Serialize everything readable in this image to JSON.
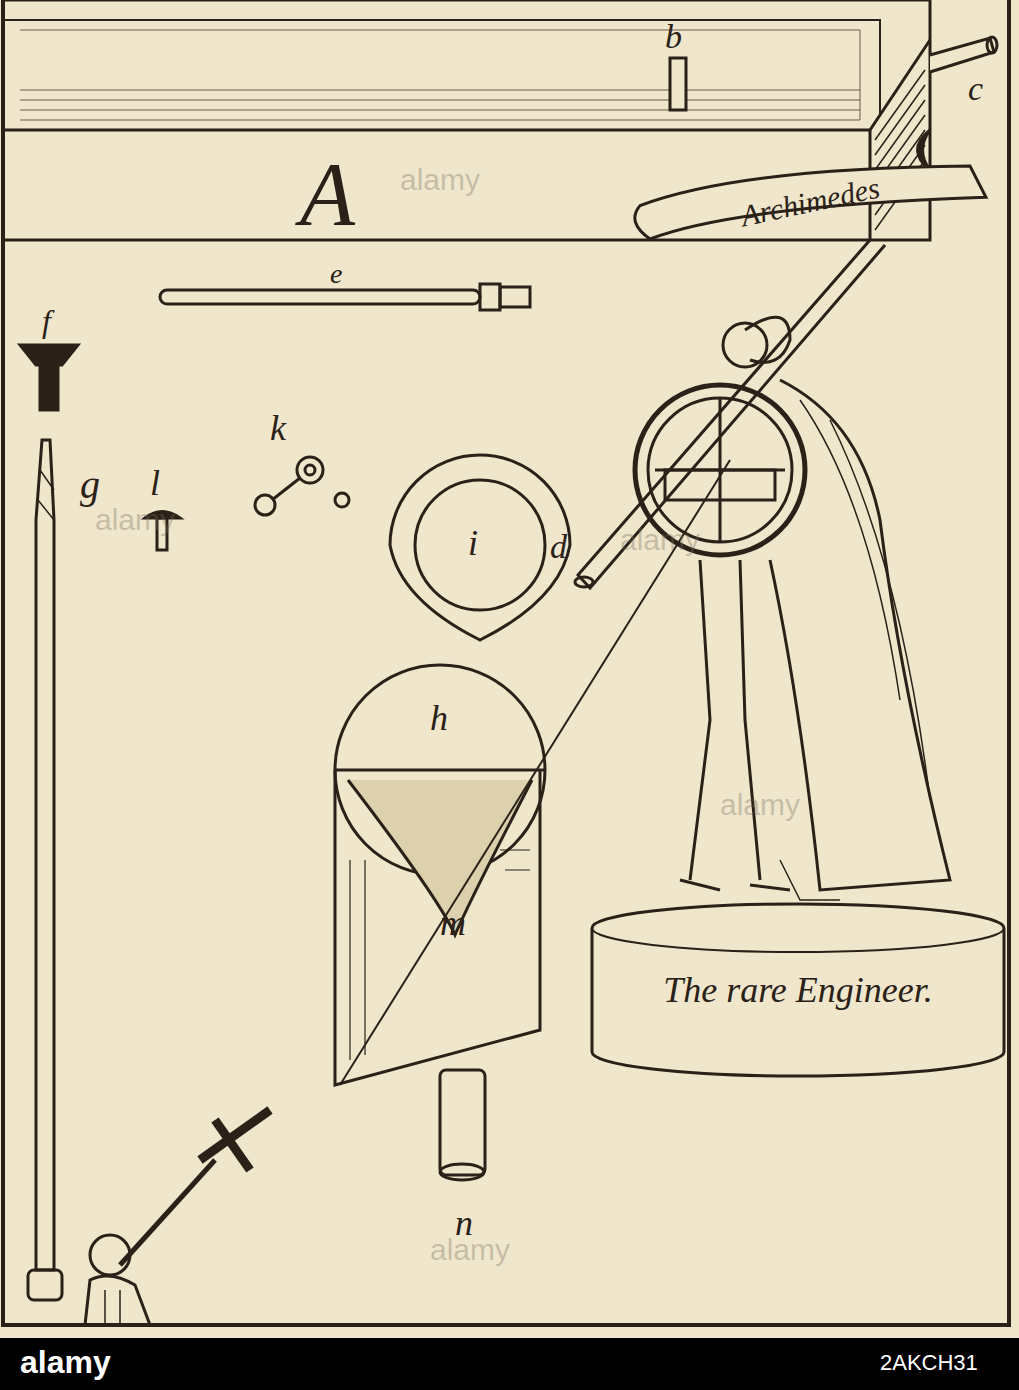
{
  "diagram": {
    "nodes": [
      {
        "text": [
          "Archimedes"
        ]
      },
      {
        "text": [
          "The rare Engineer."
        ]
      }
    ],
    "edges": [],
    "labels": [
      "A",
      "b",
      "c",
      "d",
      "e",
      "f",
      "g",
      "l",
      "k",
      "i",
      "h",
      "m",
      "n",
      "alamy",
      "alamy",
      "alamy",
      "alamy",
      "alamy",
      "alamy",
      "2AKCH31"
    ]
  }
}
